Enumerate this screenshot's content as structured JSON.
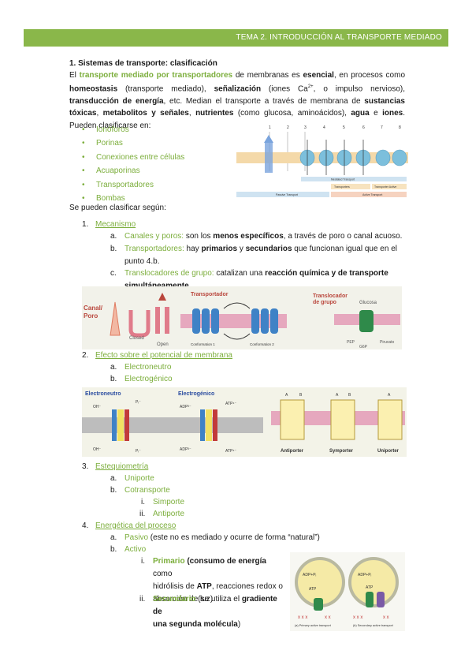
{
  "header": {
    "title": "TEMA 2. INTRODUCCIÓN AL TRANSPORTE MEDIADO"
  },
  "section": {
    "title": "1. Sistemas de transporte: clasificación"
  },
  "intro": {
    "p1": "El ",
    "p2": "transporte mediado por transportadores",
    "p3": " de membranas es ",
    "p4": "esencial",
    "p5": ", en procesos como ",
    "p6": "homeostasis",
    "p7": " (transporte mediado), ",
    "p8": "señalización",
    "p9": " (iones Ca",
    "p9sup": "2+",
    "p10": ", o impulso nervioso), ",
    "p11": "transducción de energía",
    "p12": ", etc. Median el transporte a través de membrana de ",
    "p13": "sustancias tóxicas",
    "p14": ", ",
    "p15": "metabolitos y señales",
    "p16": ", ",
    "p17": "nutrientes",
    "p18": " (como glucosa, aminoácidos), ",
    "p19": "agua",
    "p20": " e ",
    "p21": "iones",
    "p22": ". Pueden clasificarse en:"
  },
  "types": [
    "Ionóforos",
    "Porinas",
    "Conexiones entre células",
    "Acuaporinas",
    "Transportadores",
    "Bombas"
  ],
  "fig1": {
    "cols": [
      "1",
      "2",
      "3",
      "4",
      "5",
      "6",
      "7",
      "8"
    ],
    "bars": [
      "Mediated Transport",
      "Transporters",
      "Transporter Active",
      "Passive Transport",
      "Active Transport"
    ]
  },
  "classify_text": "Se pueden clasificar según:",
  "list": {
    "n1": "1.",
    "i1": "Mecanismo",
    "a": "a.",
    "a_label": "Canales y poros:",
    "a_t1": " son los ",
    "a_b": "menos específicos",
    "a_t2": ", a través de poro o canal acuoso.",
    "b": "b.",
    "b_label": "Transportadores:",
    "b_t1": " hay ",
    "b_b1": "primarios",
    "b_t2": " y ",
    "b_b2": "secundarios",
    "b_t3": " que funcionan igual que en el",
    "b_t4": "punto 4.b.",
    "c": "c.",
    "c_label": "Translocadores de grupo:",
    "c_t1": " catalizan una ",
    "c_b1": "reacción química y de transporte",
    "c_b2": "simultáneamente",
    "c_t2": ".",
    "n2": "2.",
    "i2": "Efecto sobre el potencial de membrana",
    "i2a_n": "a.",
    "i2a": "Electroneutro",
    "i2b_n": "b.",
    "i2b": "Electrogénico",
    "n3": "3.",
    "i3": "Estequiometría",
    "i3a_n": "a.",
    "i3a": "Uniporte",
    "i3b_n": "b.",
    "i3b": "Cotransporte",
    "i3bi_n": "i.",
    "i3bi": "Simporte",
    "i3bii_n": "ii.",
    "i3bii": "Antiporte",
    "n4": "4.",
    "i4": "Energética del proceso",
    "i4a_n": "a.",
    "i4a": "Pasivo",
    "i4a_t": " (este no es mediado y ocurre de forma “natural”)",
    "i4b_n": "b.",
    "i4b": "Activo",
    "i4bi_n": "i.",
    "i4bi": "Primario",
    "i4bi_t1": " (consumo de energía",
    "i4bi_t2": " como",
    "i4bi_t3": "hidrólisis de ",
    "i4bi_atp": "ATP",
    "i4bi_t4": ", reacciones redox o",
    "i4bi_t5": "absorción de luz)",
    "i4bii_n": "ii.",
    "i4bii": "Secundario",
    "i4bii_t1": " (se utiliza el ",
    "i4bii_b": "gradiente de",
    "i4bii_t2": "una segunda molécula",
    "i4bii_t3": ")"
  },
  "fig2": {
    "canal": "Canal/",
    "poro": "Poro",
    "closed": "Closed",
    "open": "Open",
    "transportador": "Transportador",
    "conf1": "Conformation 1",
    "conf2": "Conformation 2",
    "transloc1": "Translocador",
    "transloc2": "de grupo",
    "glucosa": "Glucosa",
    "pep": "PEP",
    "g6p": "G6P",
    "piruvato": "Piruvato"
  },
  "fig3": {
    "electroneutro": "Electroneutro",
    "electrogenico": "Electrogénico",
    "oh": "OH⁻",
    "pi": "Pᵢ⁻",
    "adp": "ADP³⁻",
    "atp": "ATP⁴⁻",
    "antiporter": "Antiporter",
    "symporter": "Symporter",
    "uniporter": "Uniporter",
    "a": "A",
    "b": "B"
  },
  "fig4": {
    "label_a": "(a) Primary active transport",
    "label_b": "(b) Secondary active transport",
    "adp": "ADP+Pᵢ",
    "atp": "ATP"
  },
  "colors": {
    "accent": "#8ab74a",
    "accent_text": "#7cae3c",
    "membrane": "#d58aa8",
    "protein_blue": "#4fa6cf",
    "protein_yellow": "#f3e4a0"
  }
}
